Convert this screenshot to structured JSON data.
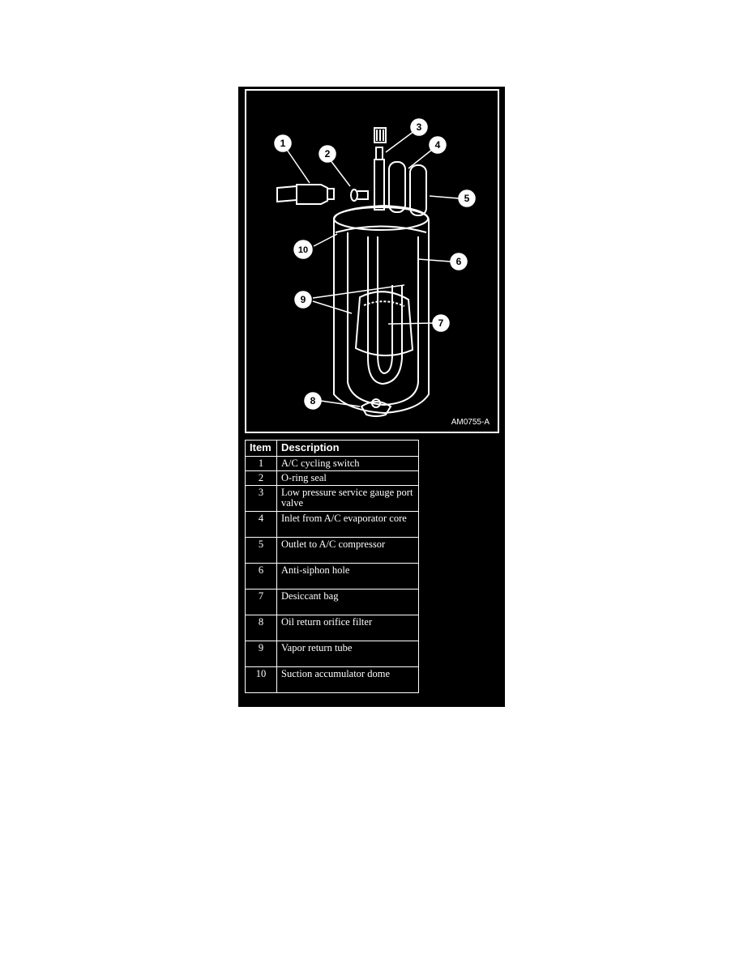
{
  "figure": {
    "code": "AM0755-A",
    "callouts": [
      "1",
      "2",
      "3",
      "4",
      "5",
      "6",
      "7",
      "8",
      "9",
      "10"
    ]
  },
  "table": {
    "headers": {
      "item": "Item",
      "description": "Description"
    },
    "rows": [
      {
        "item": "1",
        "description": "A/C cycling switch"
      },
      {
        "item": "2",
        "description": "O-ring seal"
      },
      {
        "item": "3",
        "description": "Low pressure service gauge port valve"
      },
      {
        "item": "4",
        "description": "Inlet from A/C evaporator core"
      },
      {
        "item": "5",
        "description": "Outlet to A/C compressor"
      },
      {
        "item": "6",
        "description": "Anti-siphon hole"
      },
      {
        "item": "7",
        "description": "Desiccant bag"
      },
      {
        "item": "8",
        "description": "Oil return orifice filter"
      },
      {
        "item": "9",
        "description": "Vapor return tube"
      },
      {
        "item": "10",
        "description": "Suction accumulator dome"
      }
    ]
  }
}
